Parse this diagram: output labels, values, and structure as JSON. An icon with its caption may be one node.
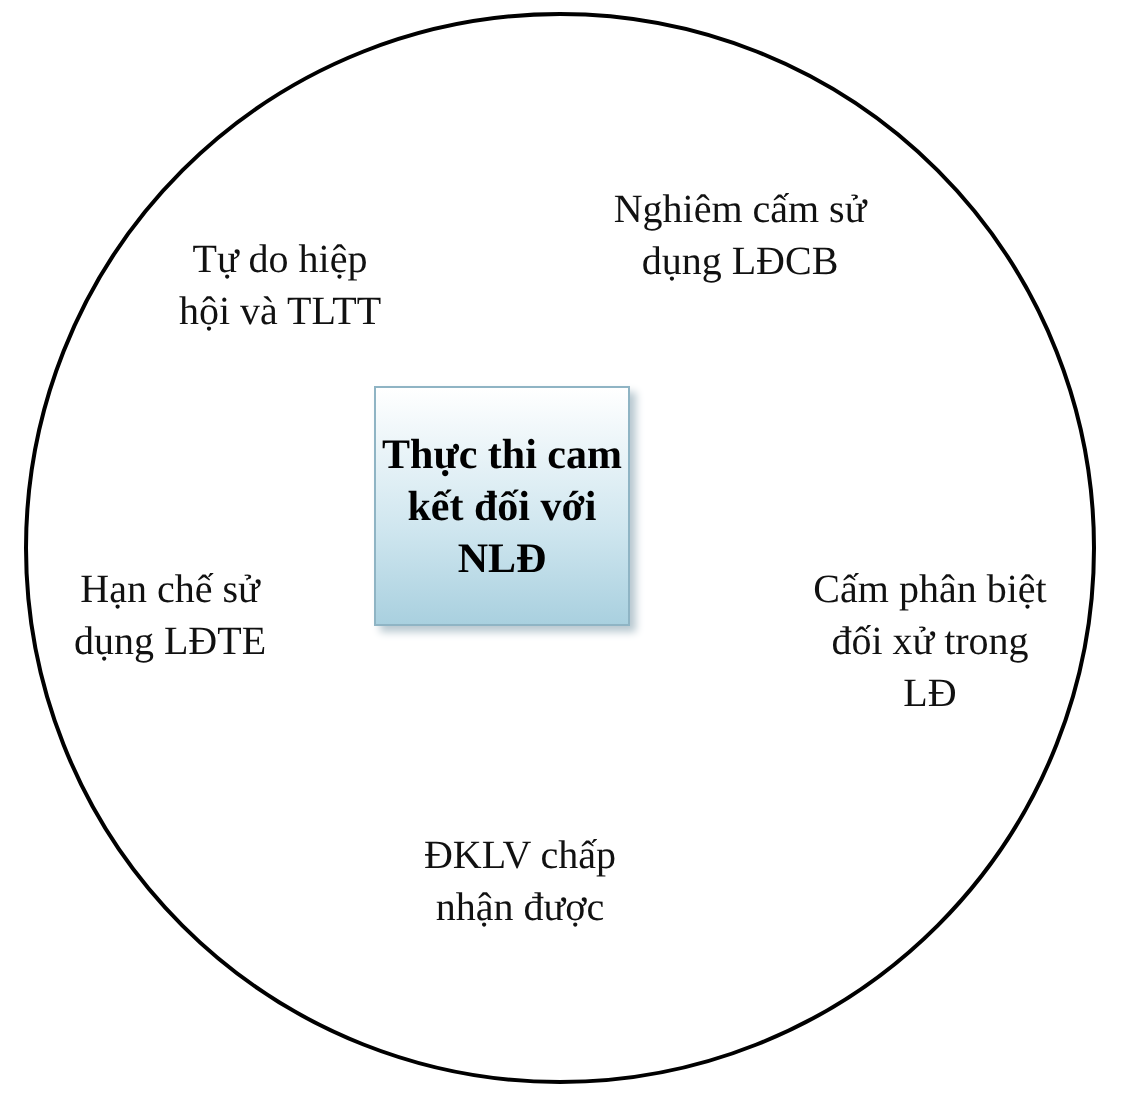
{
  "diagram": {
    "nodes": [
      {
        "text": [],
        "shape": "circle"
      },
      {
        "text": [
          "Thực thi cam kết đối với NLĐ"
        ],
        "in": 0
      }
    ],
    "labels": [
      "Tự do hiệp hội và TLTT",
      "Nghiêm cấm sử dụng LĐCB",
      "Hạn chế sử dụng LĐTE",
      "Cấm phân biệt đối xử trong LĐ",
      "ĐKLV chấp nhận được"
    ]
  }
}
